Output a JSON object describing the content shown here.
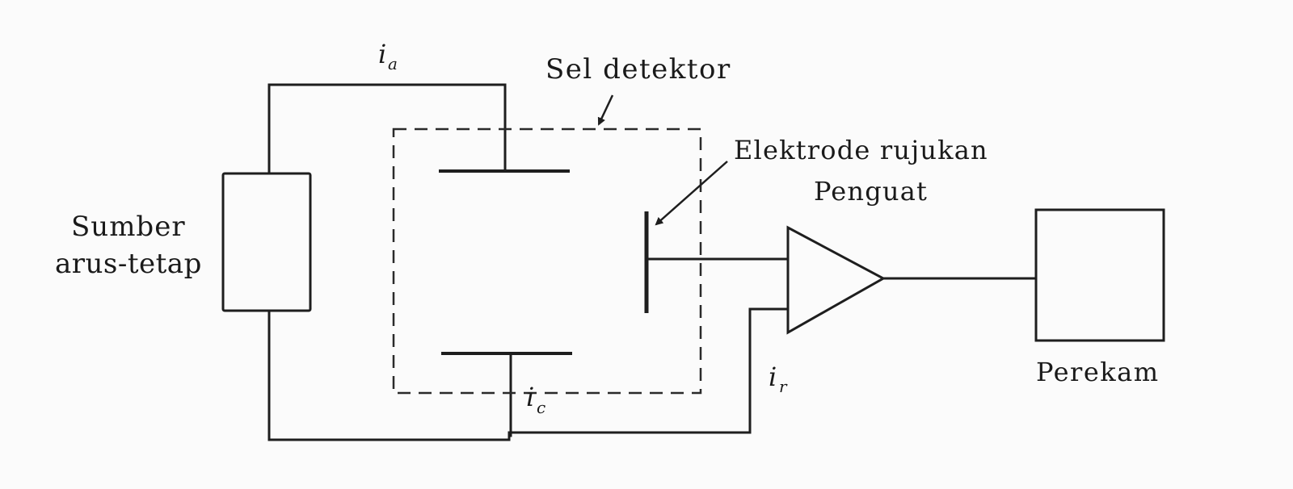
{
  "labels": {
    "source_line1": "Sumber",
    "source_line2": "arus-tetap",
    "cell": "Sel detektor",
    "reference_electrode": "Elektrode rujukan",
    "amplifier": "Penguat",
    "recorder": "Perekam"
  },
  "currents": {
    "anode": {
      "symbol": "i",
      "subscript": "a"
    },
    "cathode": {
      "symbol": "i",
      "subscript": "c"
    },
    "reference": {
      "symbol": "i",
      "subscript": "r"
    }
  }
}
